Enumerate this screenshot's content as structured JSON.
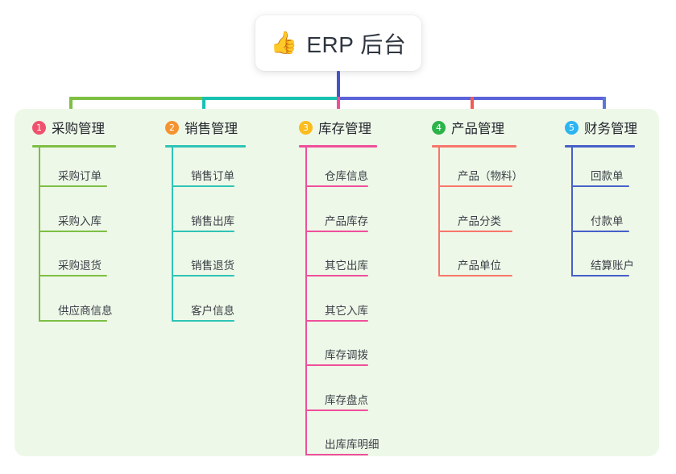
{
  "root": {
    "icon": "thumbs-up-emoji",
    "emoji": "👍",
    "title": "ERP 后台"
  },
  "palette": {
    "panel_bg": "#eef8e8",
    "page_bg": "#ffffff",
    "stem": "#4553c8",
    "bar_left": "#7dbf43",
    "bar_mid": "#17c2b0",
    "bar_right": "#5b63d8",
    "text": "#23272e",
    "leaf_text": "#3a3f47"
  },
  "connector": {
    "bar_segments": [
      {
        "name": "green",
        "color": "#7dbf43"
      },
      {
        "name": "teal",
        "color": "#17c2b0"
      },
      {
        "name": "purple",
        "color": "#5b63d8"
      }
    ]
  },
  "columns": [
    {
      "index": "1",
      "title": "采购管理",
      "badge_color": "#f0526d",
      "line_color": "#7dbf43",
      "drop_color": "#7dbf43",
      "items": [
        "采购订单",
        "采购入库",
        "采购退货",
        "供应商信息"
      ]
    },
    {
      "index": "2",
      "title": "销售管理",
      "badge_color": "#f59331",
      "line_color": "#2ec4b6",
      "drop_color": "#17c2b0",
      "items": [
        "销售订单",
        "销售出库",
        "销售退货",
        "客户信息"
      ]
    },
    {
      "index": "3",
      "title": "库存管理",
      "badge_color": "#fbbc1e",
      "line_color": "#ef4f9b",
      "drop_color": "#ef4f9b",
      "items": [
        "仓库信息",
        "产品库存",
        "其它出库",
        "其它入库",
        "库存调拨",
        "库存盘点",
        "出库库明细"
      ]
    },
    {
      "index": "4",
      "title": "产品管理",
      "badge_color": "#2cb34a",
      "line_color": "#f8766a",
      "drop_color": "#f25c54",
      "items": [
        "产品（物料）",
        "产品分类",
        "产品单位"
      ]
    },
    {
      "index": "5",
      "title": "财务管理",
      "badge_color": "#2cb5f0",
      "line_color": "#4660c8",
      "drop_color": "#5b78d6",
      "items": [
        "回款单",
        "付款单",
        "结算账户"
      ]
    }
  ]
}
